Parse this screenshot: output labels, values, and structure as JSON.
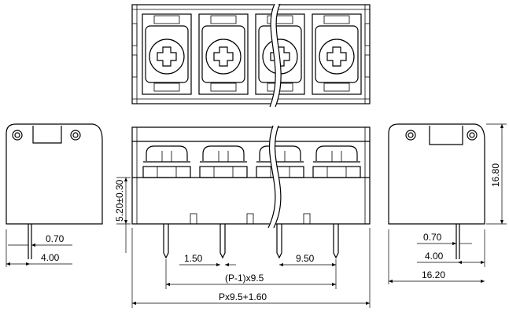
{
  "dimensions": {
    "pin_width_left": "0.70",
    "pin_offset_left": "4.00",
    "pin_width_right": "0.70",
    "pin_offset_right": "4.00",
    "height_right": "16.80",
    "depth_right": "16.20",
    "height_front": "5.20±0.30",
    "pin_gap": "1.50",
    "pitch": "9.50",
    "span_formula": "(P-1)x9.5",
    "total_formula": "Px9.5+1.60"
  }
}
